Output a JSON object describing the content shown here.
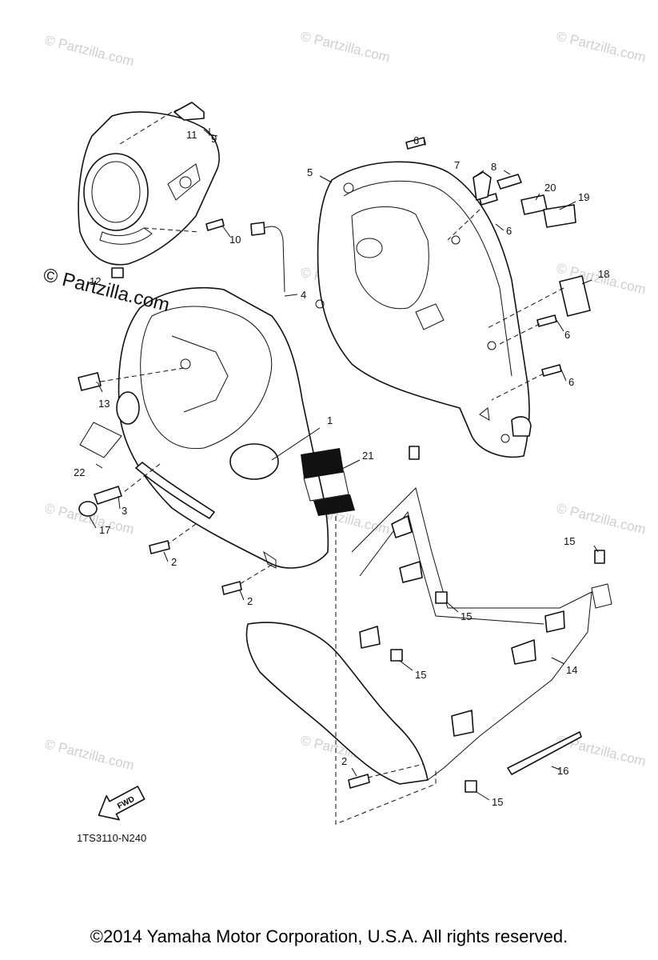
{
  "watermark": "© Partzilla.com",
  "diagram_code": "1TS3110-N240",
  "copyright": "©2014  Yamaha Motor Corporation, U.S.A. All rights reserved.",
  "fwd_label": "FWD",
  "callouts": {
    "c1": "1",
    "c2a": "2",
    "c2b": "2",
    "c2c": "2",
    "c3": "3",
    "c4": "4",
    "c5": "5",
    "c6a": "6",
    "c6b": "6",
    "c6c": "6",
    "c6d": "6",
    "c7": "7",
    "c8": "8",
    "c9": "9",
    "c10": "10",
    "c11": "11",
    "c12": "12",
    "c13": "13",
    "c14": "14",
    "c15a": "15",
    "c15b": "15",
    "c15c": "15",
    "c15d": "15",
    "c16": "16",
    "c17": "17",
    "c18": "18",
    "c19": "19",
    "c20": "20",
    "c21": "21",
    "c22": "22"
  }
}
